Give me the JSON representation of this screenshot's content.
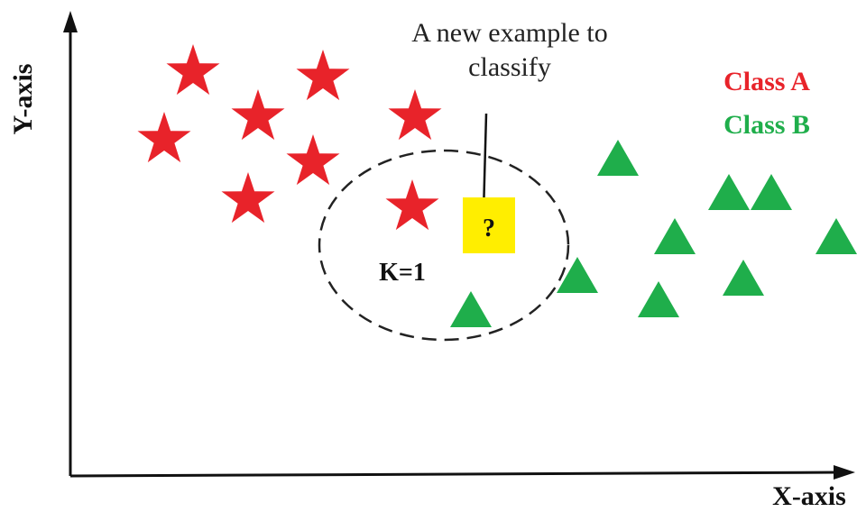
{
  "axes": {
    "x_label": "X-axis",
    "y_label": "Y-axis"
  },
  "annotation": {
    "line1": "A new example to",
    "line2": "classify"
  },
  "legend": {
    "class_a": "Class A",
    "class_b": "Class B",
    "class_a_color": "#e8232a",
    "class_b_color": "#1fae4b"
  },
  "neighborhood": {
    "label": "K=1"
  },
  "query": {
    "symbol": "?",
    "fill_color": "#ffee00"
  },
  "icons": {
    "class_a_marker": "star-icon",
    "class_b_marker": "triangle-icon",
    "query_marker": "square-icon"
  }
}
